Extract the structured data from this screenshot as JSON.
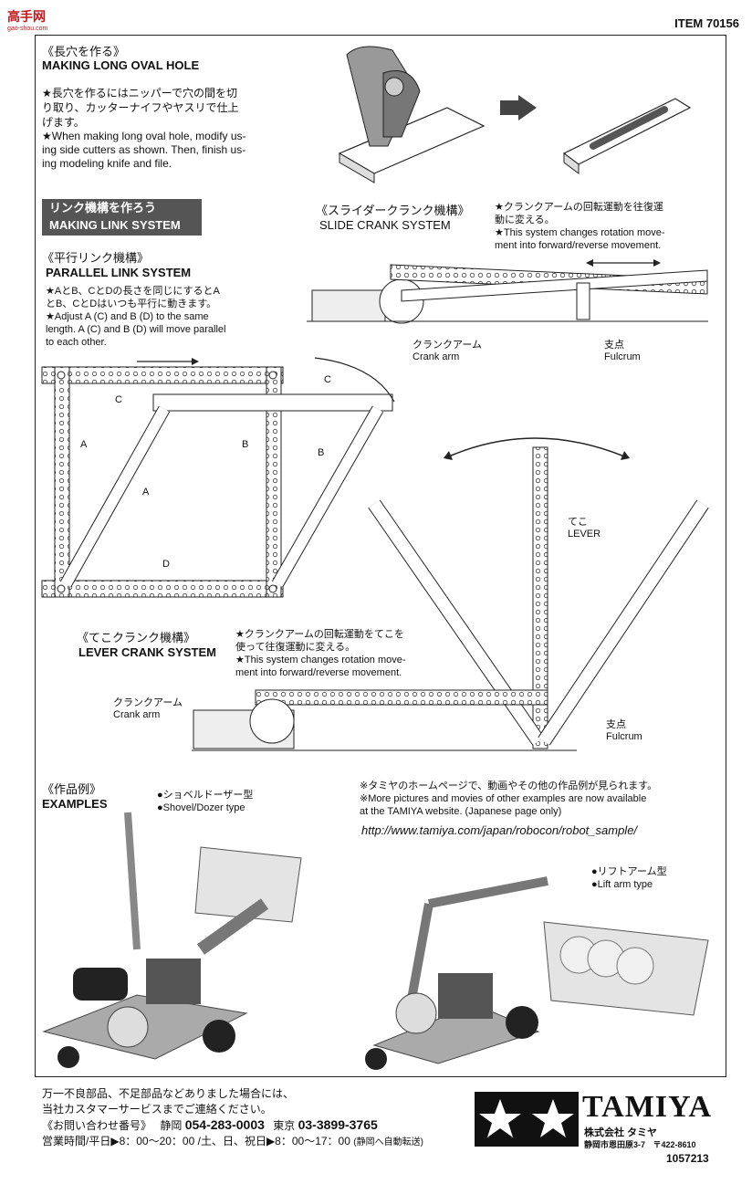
{
  "header": {
    "logo_text": "高手网",
    "logo_sub": "gao-shou.com",
    "item_number": "ITEM 70156"
  },
  "oval_hole": {
    "title_jp": "《長穴を作る》",
    "title_en": "MAKING LONG OVAL HOLE",
    "note_jp_1": "★長穴を作るにはニッパーで穴の間を切",
    "note_jp_2": "り取り、カッターナイフやヤスリで仕上",
    "note_jp_3": "げます。",
    "note_en_1": "★When making long oval hole, modify us-",
    "note_en_2": "ing side cutters as shown. Then, finish us-",
    "note_en_3": "ing modeling knife and file."
  },
  "link_system": {
    "banner_jp": "リンク機構を作ろう",
    "banner_en": "MAKING LINK SYSTEM"
  },
  "parallel": {
    "title_jp": "《平行リンク機構》",
    "title_en": "PARALLEL LINK SYSTEM",
    "note_jp_1": "★AとB、CとDの長さを同じにするとA",
    "note_jp_2": "とB、CとDはいつも平行に動きます。",
    "note_en_1": "★Adjust A (C) and B (D) to the same",
    "note_en_2": "length. A (C) and B (D) will move parallel",
    "note_en_3": "to each other.",
    "label_a": "A",
    "label_b": "B",
    "label_c": "C",
    "label_d": "D"
  },
  "slide": {
    "title_jp": "《スライダークランク機構》",
    "title_en": "SLIDE CRANK SYSTEM",
    "note_jp_1": "★クランクアームの回転運動を往復運",
    "note_jp_2": "動に変える。",
    "note_en_1": "★This system changes rotation move-",
    "note_en_2": "ment into forward/reverse movement.",
    "crank_jp": "クランクアーム",
    "crank_en": "Crank arm",
    "fulcrum_jp": "支点",
    "fulcrum_en": "Fulcrum"
  },
  "lever": {
    "lever_jp": "てこ",
    "lever_en": "LEVER",
    "title_jp": "《てこクランク機構》",
    "title_en": "LEVER CRANK SYSTEM",
    "note_jp_1": "★クランクアームの回転運動をてこを",
    "note_jp_2": "使って往復運動に変える。",
    "note_en_1": "★This system changes rotation move-",
    "note_en_2": "ment into forward/reverse movement.",
    "crank_jp": "クランクアーム",
    "crank_en": "Crank arm",
    "fulcrum_jp": "支点",
    "fulcrum_en": "Fulcrum"
  },
  "examples": {
    "title_jp": "《作品例》",
    "title_en": "EXAMPLES",
    "shovel_jp": "●ショベルドーザー型",
    "shovel_en": "●Shovel/Dozer type",
    "web_jp": "※タミヤのホームページで、動画やその他の作品例が見られます。",
    "web_en_1": "※More pictures and movies of other examples are now available",
    "web_en_2": "at the TAMIYA website. (Japanese page only)",
    "url": "http://www.tamiya.com/japan/robocon/robot_sample/",
    "lift_jp": "●リフトアーム型",
    "lift_en": "●Lift arm type"
  },
  "footer": {
    "line1": "万一不良部品、不足部品などありました場合には、",
    "line2": "当社カスタマーサービスまでご連絡ください。",
    "contact_label": "《お問い合わせ番号》",
    "shizuoka_label": "静岡",
    "shizuoka_phone": "054-283-0003",
    "tokyo_label": "東京",
    "tokyo_phone": "03-3899-3765",
    "hours": "営業時間/平日▶8：00～20：00 /土、日、祝日▶8：00～17：00",
    "transfer": "(静岡へ自動転送)",
    "brand": "TAMIYA",
    "company": "株式会社 タミヤ",
    "address": "静岡市恩田原3-7",
    "postal": "〒422-8610",
    "code": "1057213"
  }
}
